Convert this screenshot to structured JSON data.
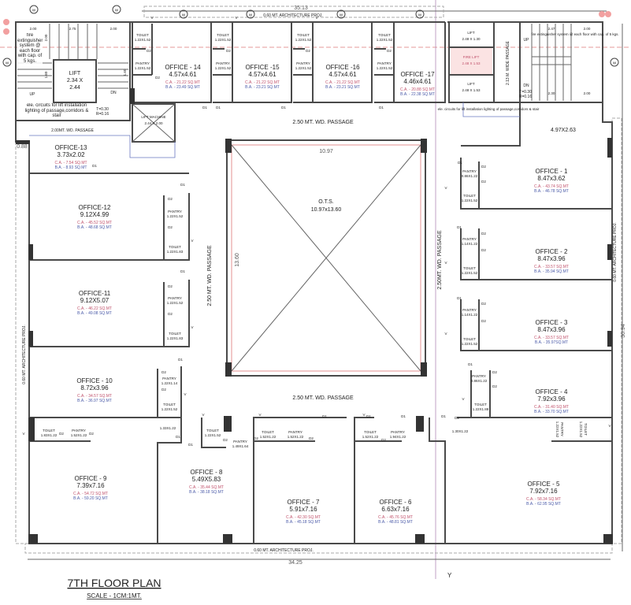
{
  "title": "7TH FLOOR PLAN",
  "scale": "SCALE - 1CM:1MT.",
  "dimensions": {
    "top": "35.13",
    "bottom": "34.25",
    "right": "30.94",
    "ots_width": "10.97",
    "ots_height": "13.60",
    "left_offset": "0.88"
  },
  "projections": {
    "top": "0.60 MT. ARCHITECTURE PROJ.",
    "bottom": "0.60 MT. ARCHITECTURE PROJ.",
    "left": "0.60 MT. ARCHITECTURE PROJ.",
    "right": "0.60 MT. ARCHITECTURE PROJ."
  },
  "passages": {
    "top": "2.50 MT. WD. PASSAGE",
    "bottom": "2.50 MT. WD. PASSAGE",
    "left": "2.50 MT. WD. PASSAGE",
    "right": "2.50MT. WD. PASSAGE",
    "stair_left": "2.00MT. WD. PASSAGE",
    "lift_lobby": "2.13 M. WIDE PASSAGE"
  },
  "ots": {
    "label": "O.T.S.",
    "size": "10.97x13.60"
  },
  "left_core": {
    "lift_label": "LIFT",
    "lift_size_1": "2.34 X",
    "lift_size_2": "2.44",
    "lift_machine": "LIFT MACHINE",
    "lift_machine_size": "2.44 X 2.00",
    "up": "UP",
    "dn": "DN",
    "tread": "T=0.30",
    "riser": "R=0.16",
    "stair_dims": [
      "2.00",
      "2.75",
      "2.00",
      "2.00",
      "1.60",
      "1.60"
    ],
    "extinguisher_note": "fire extinguisher system @ each floor with cap. of 5 kgs.",
    "circuit_note": "ele. circuits for lift installation lighting of passage,corridors & stair"
  },
  "right_core": {
    "lift1": "LIFT",
    "lift1_size": "2.48 X 1.30",
    "fire_lift": "FIRE LIFT",
    "fire_lift_size": "2.48 X 1.53",
    "lift2": "LIFT",
    "lift2_size": "2.48 X 1.53",
    "up": "UP",
    "dn": "DN",
    "tread": "T=0.30",
    "riser": "R=0.16",
    "stair_dims": [
      "2.47",
      "2.00",
      "2.30",
      "2.00",
      "2.00"
    ],
    "extinguisher_note": "fire extinguisher system @ each floor with cap. of 5 kgs.",
    "circuit_note": "ele. circuits for lift installation lighting of passage,corridors & stair",
    "room": "4.97X2.63"
  },
  "window_marker": "W",
  "offices": [
    {
      "name": "OFFICE - 14",
      "size": "4.57x4.61",
      "ca": "C.A. - 21.22 SQ.MT",
      "ba": "B.A. - 23.49 SQ.MT"
    },
    {
      "name": "OFFICE -15",
      "size": "4.57x4.61",
      "ca": "C.A. - 21.22 SQ.MT",
      "ba": "B.A. - 23.21 SQ.MT"
    },
    {
      "name": "OFFICE -16",
      "size": "4.57x4.61",
      "ca": "C.A. - 21.22 SQ.MT",
      "ba": "B.A. - 23.21 SQ.MT"
    },
    {
      "name": "OFFICE -17",
      "size": "4.46x4.61",
      "ca": "C.A. - 20.88 SQ.MT",
      "ba": "B.A. - 22.38 SQ.MT"
    },
    {
      "name": "OFFICE-13",
      "size": "3.73x2.02",
      "ca": "C.A. - 7.54 SQ.MT",
      "ba": "B.A. - 8.93 SQ.MT"
    },
    {
      "name": "OFFICE-12",
      "size": "9.12X4.99",
      "ca": "C.A. - 45.52 SQ.MT",
      "ba": "B.A. - 48.68 SQ.MT"
    },
    {
      "name": "OFFICE-11",
      "size": "9.12X5.07",
      "ca": "C.A. - 46.22 SQ.MT",
      "ba": "B.A. - 49.08 SQ.MT"
    },
    {
      "name": "OFFICE - 10",
      "size": "8.72x3.96",
      "ca": "C.A. - 34.57 SQ.MT",
      "ba": "B.A. - 36.97 SQ.MT"
    },
    {
      "name": "OFFICE - 9",
      "size": "7.39x7.16",
      "ca": "C.A. - 54.72 SQ.MT",
      "ba": "B.A. - 59.20 SQ.MT"
    },
    {
      "name": "OFFICE - 8",
      "size": "5.49X5.83",
      "ca": "C.A. - 35.44 SQ.MT",
      "ba": "B.A. - 38.18 SQ.MT"
    },
    {
      "name": "OFFICE - 7",
      "size": "5.91x7.16",
      "ca": "C.A. - 42.30 SQ.MT",
      "ba": "B.A. - 45.18 SQ.MT"
    },
    {
      "name": "OFFICE - 6",
      "size": "6.63x7.16",
      "ca": "C.A. - 45.76 SQ.MT",
      "ba": "B.A. - 48.81 SQ.MT"
    },
    {
      "name": "OFFICE - 5",
      "size": "7.92x7.16",
      "ca": "C.A. - 58.34 SQ.MT",
      "ba": "B.A. - 62.95 SQ.MT"
    },
    {
      "name": "OFFICE - 4",
      "size": "7.92x3.96",
      "ca": "C.A. - 31.40 SQ.MT",
      "ba": "B.A. - 33.70 SQ.MT"
    },
    {
      "name": "OFFICE - 3",
      "size": "8.47x3.96",
      "ca": "C.A. - 33.57 SQ.MT",
      "ba": "B.A. - 35.97SQ.MT"
    },
    {
      "name": "OFFICE - 2",
      "size": "8.47x3.96",
      "ca": "C.A. - 33.57 SQ.MT",
      "ba": "B.A. - 35.94 SQ.MT"
    },
    {
      "name": "OFFICE - 1",
      "size": "8.47x3.62",
      "ca": "C.A. - 43.74 SQ.MT",
      "ba": "B.A. - 46.78 SQ.MT"
    }
  ],
  "fixtures": [
    {
      "label": "TOILET",
      "size": "1.22X1.52"
    },
    {
      "label": "PANTRY",
      "size": "1.22X1.52"
    },
    {
      "label": "TOILET",
      "size": "1.22X1.52"
    },
    {
      "label": "PANTRY",
      "size": "1.22X1.52"
    },
    {
      "label": "TOILET",
      "size": "1.22X1.52"
    },
    {
      "label": "PANTRY",
      "size": "1.22X1.52"
    },
    {
      "label": "TOILET",
      "size": "1.22X1.52"
    },
    {
      "label": "PANTRY",
      "size": "1.22X1.52"
    },
    {
      "label": "PANTRY",
      "size": "1.22X1.52"
    },
    {
      "label": "TOILET",
      "size": "1.22X1.83"
    },
    {
      "label": "PANTRY",
      "size": "1.22X1.52"
    },
    {
      "label": "TOILET",
      "size": "1.22X1.83"
    },
    {
      "label": "PANTRY",
      "size": "1.22X1.14"
    },
    {
      "label": "TOILET",
      "size": "1.22X1.52"
    },
    {
      "label": "TOILET",
      "size": "1.83X1.22"
    },
    {
      "label": "PANTRY",
      "size": "1.52X1.22"
    },
    {
      "label": "TOILET",
      "size": "1.22X1.52"
    },
    {
      "label": "PANTRY",
      "size": "1.49X1.64"
    },
    {
      "label": "TOILET",
      "size": "1.52X1.22"
    },
    {
      "label": "PANTRY",
      "size": "1.52X1.22"
    },
    {
      "label": "TOILET",
      "size": "1.52X1.22"
    },
    {
      "label": "PANTRY",
      "size": "1.94X1.22"
    },
    {
      "label": "PANTRY",
      "size": "1.22X1.52"
    },
    {
      "label": "TOILET",
      "size": "1.22X1.52"
    },
    {
      "label": "PANTRY",
      "size": "0.86X1.22"
    },
    {
      "label": "TOILET",
      "size": "1.22X1.88"
    },
    {
      "label": "PANTRY",
      "size": "1.14X1.22"
    },
    {
      "label": "TOILET",
      "size": "1.22X1.52"
    },
    {
      "label": "PANTRY",
      "size": "1.14X1.22"
    },
    {
      "label": "TOILET",
      "size": "1.22X1.52"
    },
    {
      "label": "PANTRY",
      "size": "0.86X1.22"
    },
    {
      "label": "TOILET",
      "size": "1.22X1.52"
    }
  ],
  "misc_sizes": [
    "1.33X1.22",
    "1.30X1.22"
  ],
  "door_labels": {
    "d1": "D1",
    "d2": "D2",
    "v": "V"
  },
  "axis_label": "Y",
  "colors": {
    "carpet_area": "#c0506a",
    "built_area": "#4a5aa8",
    "wall": "#4a4a4a",
    "grid": "#d77"
  }
}
